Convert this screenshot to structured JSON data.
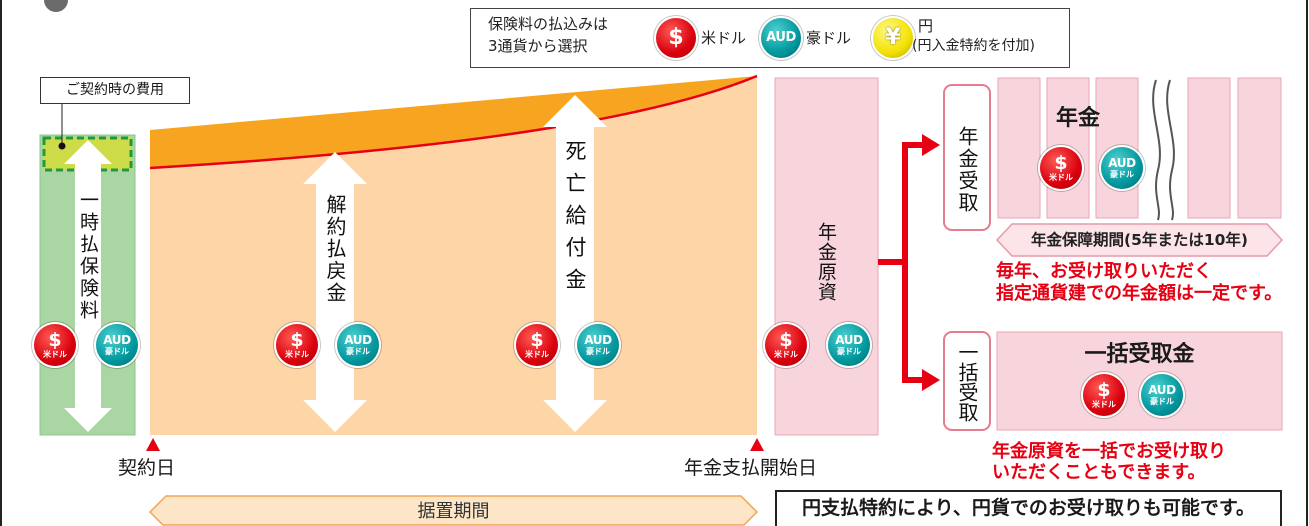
{
  "legend": {
    "intro_line1": "保険料の払込みは",
    "intro_line2": "3通貨から選択",
    "jpy_label_line1": "円",
    "jpy_label_line2": "(円入金特約を付加)"
  },
  "currency": {
    "usd_symbol": "$",
    "usd_name": "米ドル",
    "aud_symbol": "AUD",
    "aud_name": "豪ドル",
    "jpy_symbol": "¥"
  },
  "contract_cost_label": "ご契約時の費用",
  "columns": {
    "premium_label": "一時払保険料",
    "surrender_label": "解約払戻金",
    "death_benefit_label": "死亡給付金",
    "annuity_fund_label": "年金原資"
  },
  "timeline": {
    "contract_date": "契約日",
    "payout_start": "年金支払開始日",
    "deferral_period": "据置期間"
  },
  "annuity": {
    "receive_label": "年金受取",
    "title": "年金",
    "guarantee_period": "年金保障期間(5年または10年)",
    "note_line1": "毎年、お受け取りいただく",
    "note_line2": "指定通貨建での年金額は一定です。"
  },
  "lump_sum": {
    "receive_label": "一括受取",
    "title": "一括受取金",
    "note_line1": "年金原資を一括でお受け取り",
    "note_line2": "いただくこともできます。"
  },
  "yen_rider_note": "円支払特約により、円貨でのお受け取りも可能です。",
  "icons": {
    "usd": "dollar-coin-icon",
    "aud": "aud-coin-icon",
    "jpy": "yen-coin-icon"
  },
  "colors": {
    "usd_red": "#d9000d",
    "aud_teal": "#00979d",
    "jpy_yellow": "#f3e100",
    "account_peach": "#fdd5a7",
    "benefit_orange": "#f7a520",
    "curve_red": "#e60012",
    "premium_green": "#a9d6a2",
    "annuity_pink": "#f8d5dc",
    "note_red": "#e60012"
  }
}
